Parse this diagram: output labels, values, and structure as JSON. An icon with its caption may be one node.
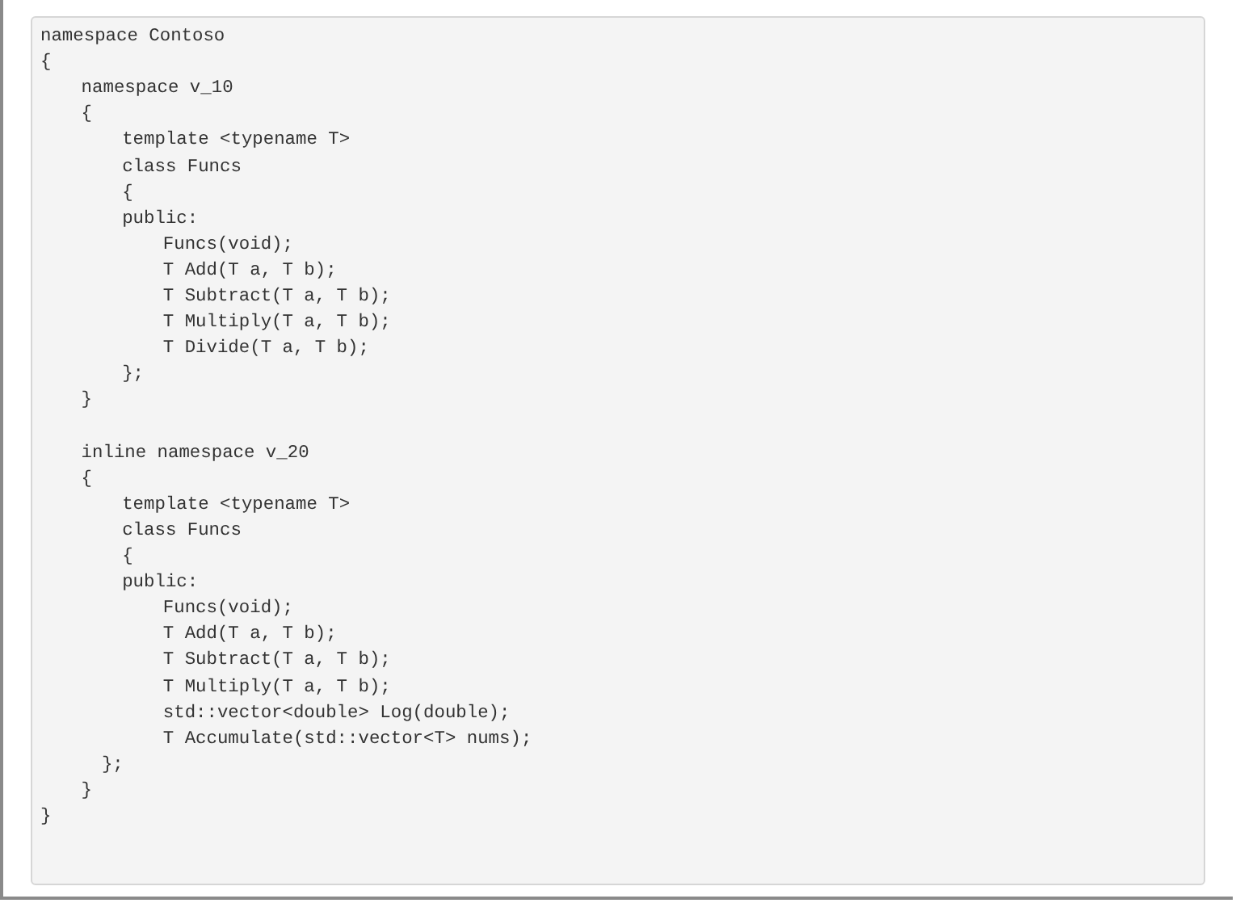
{
  "diagram": {
    "labels": [
      "namespace Contoso",
      "{",
      "namespace v_10",
      "{",
      "template <typename T>",
      "class Funcs",
      "{",
      "public:",
      "Funcs(void);",
      "T Add(T a, T b);",
      "T Subtract(T a, T b);",
      "T Multiply(T a, T b);",
      "T Divide(T a, T b);",
      "};",
      "}",
      "inline namespace v_20",
      "{",
      "template <typename T>",
      "class Funcs",
      "{",
      "public:",
      "Funcs(void);",
      "T Add(T a, T b);",
      "T Subtract(T a, T b);",
      "T Multiply(T a, T b);",
      "std::vector<double> Log(double);",
      "T Accumulate(std::vector<T> nums);",
      "};",
      "}",
      "}"
    ]
  }
}
